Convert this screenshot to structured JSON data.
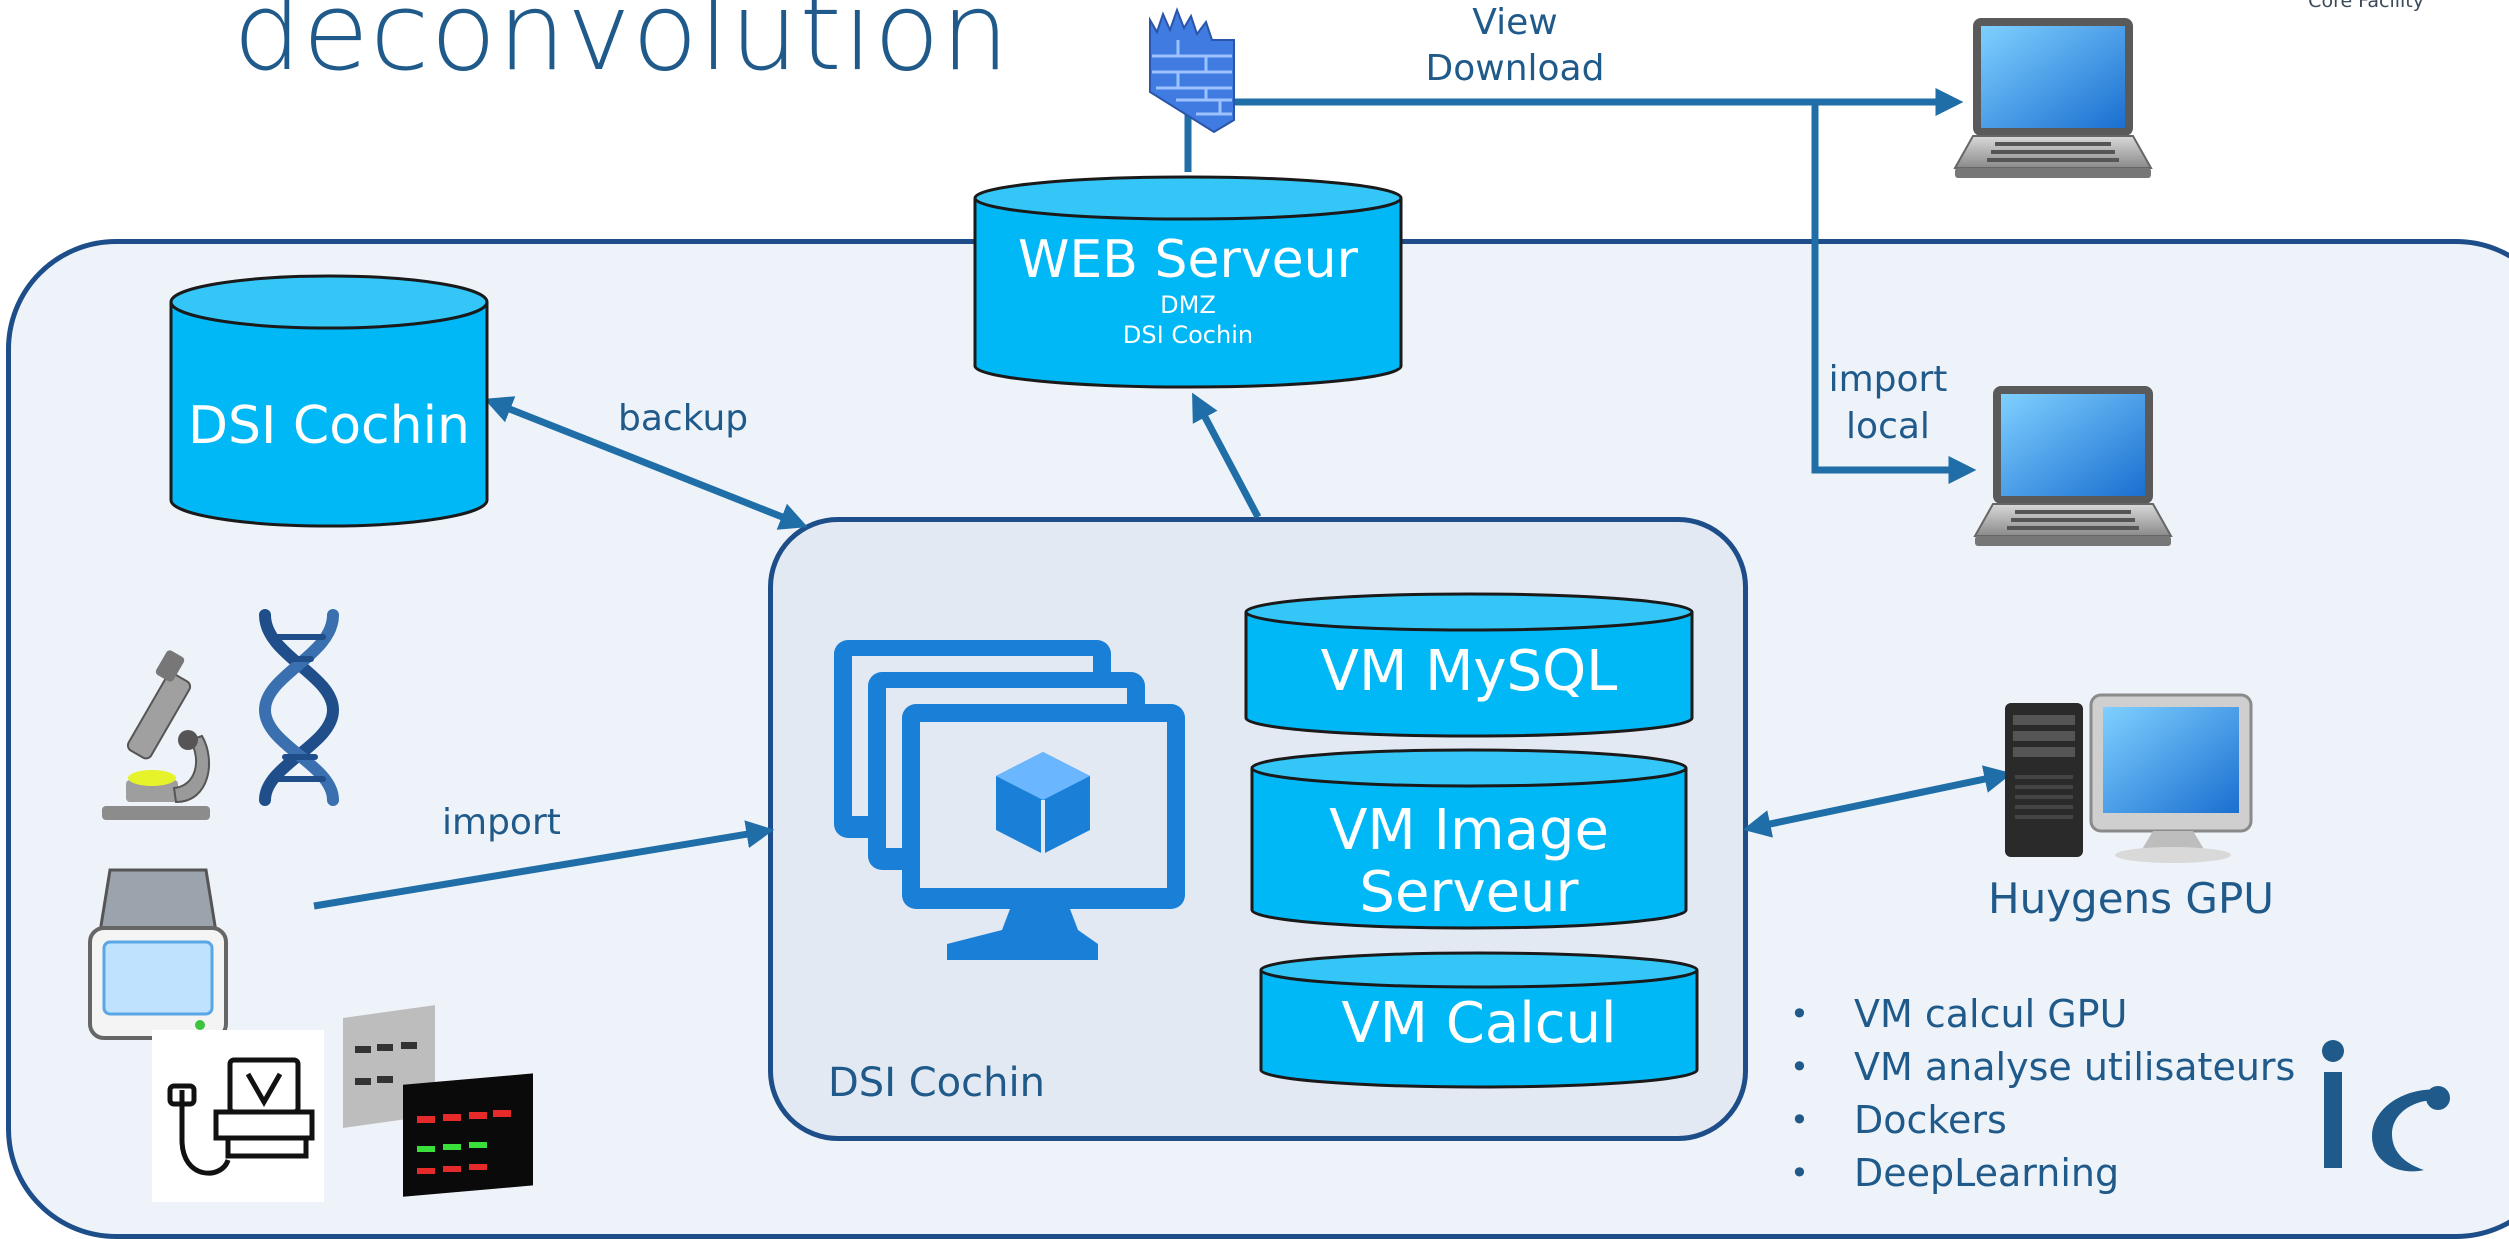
{
  "title": "deconvolution",
  "corner_text": "Core Facility",
  "labels": {
    "view_download": [
      "View",
      "Download"
    ],
    "import_local": [
      "import",
      "local"
    ],
    "backup": "backup",
    "import": "import",
    "huygens": "Huygens GPU",
    "dsi_cochin_inner": "DSI Cochin"
  },
  "cylinders": {
    "web": {
      "title": "WEB Serveur",
      "line1": "DMZ",
      "line2": "DSI Cochin"
    },
    "dsi": {
      "title": "DSI Cochin"
    },
    "mysql": {
      "title": "VM MySQL"
    },
    "image": {
      "line1": "VM Image",
      "line2": "Serveur"
    },
    "calcul": {
      "title": "VM Calcul"
    }
  },
  "bullets": [
    "VM calcul GPU",
    "VM analyse utilisateurs",
    "Dockers",
    "DeepLearning"
  ],
  "colors": {
    "cylinder": "#00b8f5",
    "arrow": "#1f6ea7",
    "text": "#1f5a8a",
    "border": "#1e4e89"
  },
  "icons": [
    "firewall-icon",
    "laptop-icon",
    "microscope-icon",
    "dna-icon",
    "scanner-icon",
    "ultrasound-icon",
    "gel-blot-icon",
    "virtual-machines-icon",
    "desktop-computer-icon",
    "logo-icon"
  ]
}
